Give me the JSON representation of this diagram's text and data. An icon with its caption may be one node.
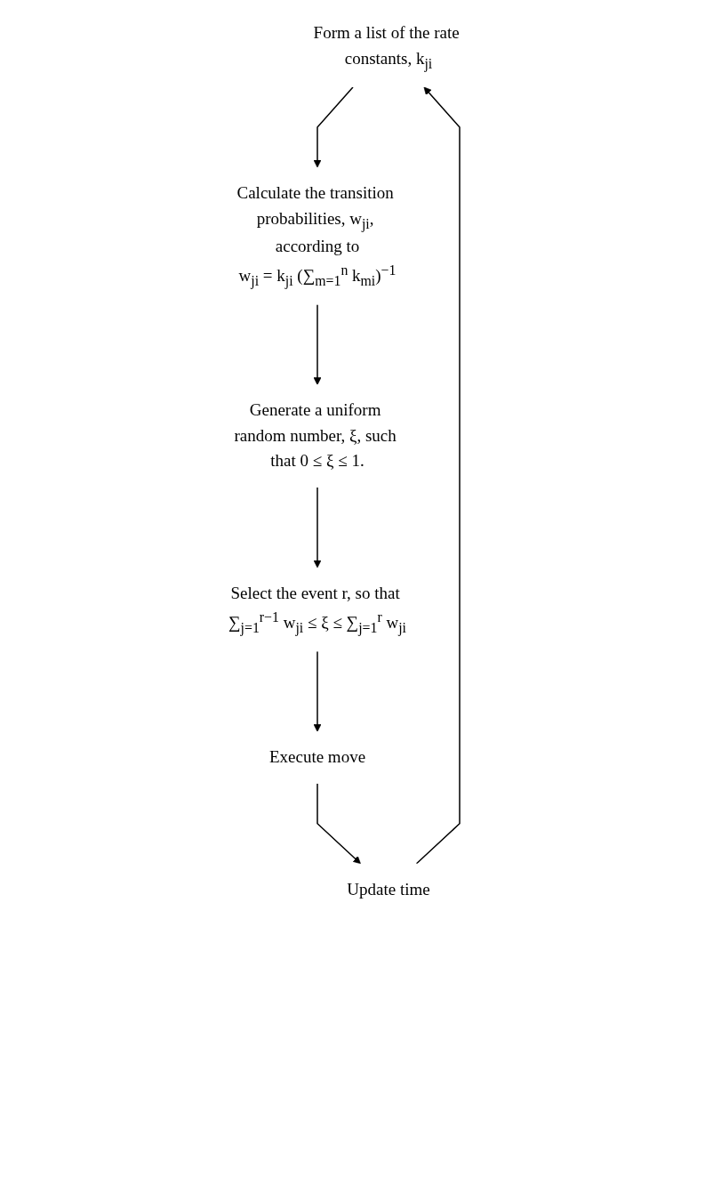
{
  "diagram": {
    "nodes": [
      {
        "text": [
          "Form a list of the rate constants, k$_{ji}$"
        ]
      },
      {
        "text": [
          "Calculate the transition probabilities, w$_{ji}$, according to",
          "w$_{ji}$ = k$_{ji}$ (∑$_{m=1}$$^{n}$ k$_{mi}$)$^{−1}$"
        ]
      },
      {
        "text": [
          "Generate a uniform random number, ξ, such that 0 ≤ ξ ≤ 1."
        ]
      },
      {
        "text": [
          "Select the event r, so that ∑$_{j=1}$$^{r−1}$ w$_{ji}$ ≤ ξ ≤ ∑$_{j=1}$$^{r}$ w$_{ji}$"
        ]
      },
      {
        "text": [
          "Execute move"
        ]
      },
      {
        "text": [
          "Update time"
        ]
      }
    ],
    "edges": [
      {
        "from": 0,
        "to": 1,
        "arrow": "to"
      },
      {
        "from": 1,
        "to": 2,
        "arrow": "to"
      },
      {
        "from": 2,
        "to": 3,
        "arrow": "to"
      },
      {
        "from": 3,
        "to": 4,
        "arrow": "to"
      },
      {
        "from": 4,
        "to": 5,
        "arrow": "to"
      },
      {
        "from": 5,
        "to": 0,
        "arrow": "to"
      }
    ]
  }
}
